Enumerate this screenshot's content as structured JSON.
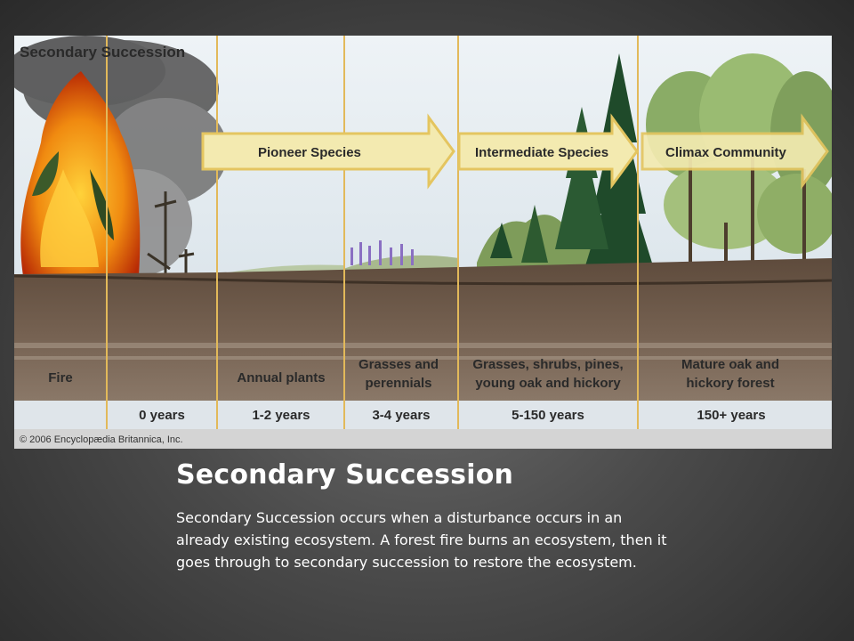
{
  "figure": {
    "title": "Secondary Succession",
    "arrows": {
      "pioneer": "Pioneer Species",
      "intermediate": "Intermediate Species",
      "climax": "Climax Community"
    },
    "stages": [
      {
        "label_line1": "Fire",
        "label_line2": "",
        "time": ""
      },
      {
        "label_line1": "",
        "label_line2": "",
        "time": "0 years"
      },
      {
        "label_line1": "Annual plants",
        "label_line2": "",
        "time": "1-2 years"
      },
      {
        "label_line1": "Grasses and",
        "label_line2": "perennials",
        "time": "3-4 years"
      },
      {
        "label_line1": "Grasses, shrubs, pines,",
        "label_line2": "young oak and hickory",
        "time": "5-150 years"
      },
      {
        "label_line1": "Mature oak and",
        "label_line2": "hickory forest",
        "time": "150+ years"
      }
    ],
    "copyright": "© 2006 Encyclopædia Britannica, Inc.",
    "colors": {
      "sky": "#e3ebf0",
      "soil": "#6e5a4a",
      "arrow_fill": "#f3eab0",
      "arrow_stroke": "#e4c560",
      "divider": "#e2b95a"
    }
  },
  "slide": {
    "title": "Secondary Succession",
    "body": "Secondary Succession occurs when a disturbance occurs in an already existing  ecosystem. A forest fire burns an ecosystem, then it goes through to secondary succession to restore the ecosystem."
  }
}
